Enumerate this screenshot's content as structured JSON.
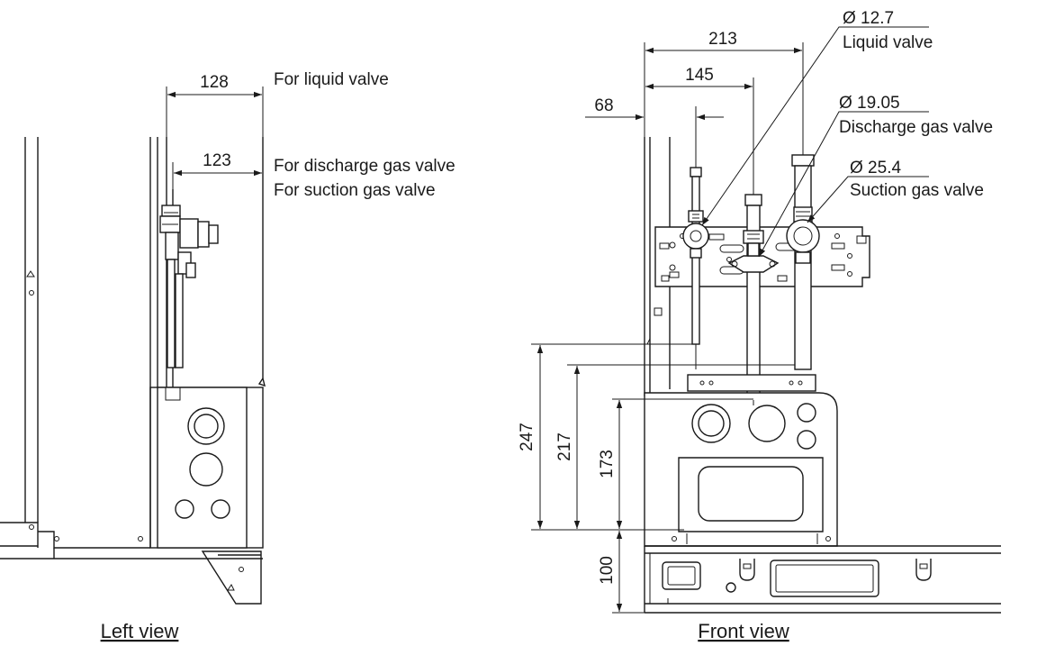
{
  "left_view": {
    "caption": "Left view",
    "dims": {
      "d128": "128",
      "d123": "123"
    },
    "notes": {
      "liquid": "For liquid valve",
      "discharge": "For discharge gas valve",
      "suction": "For suction gas valve"
    }
  },
  "front_view": {
    "caption": "Front view",
    "dims": {
      "d213": "213",
      "d145": "145",
      "d68": "68",
      "d247": "247",
      "d217": "217",
      "d173": "173",
      "d100": "100"
    },
    "valves": {
      "liquid_size": "Ø 12.7",
      "liquid_name": "Liquid valve",
      "discharge_size": "Ø 19.05",
      "discharge_name": "Discharge gas valve",
      "suction_size": "Ø 25.4",
      "suction_name": "Suction gas valve"
    }
  }
}
